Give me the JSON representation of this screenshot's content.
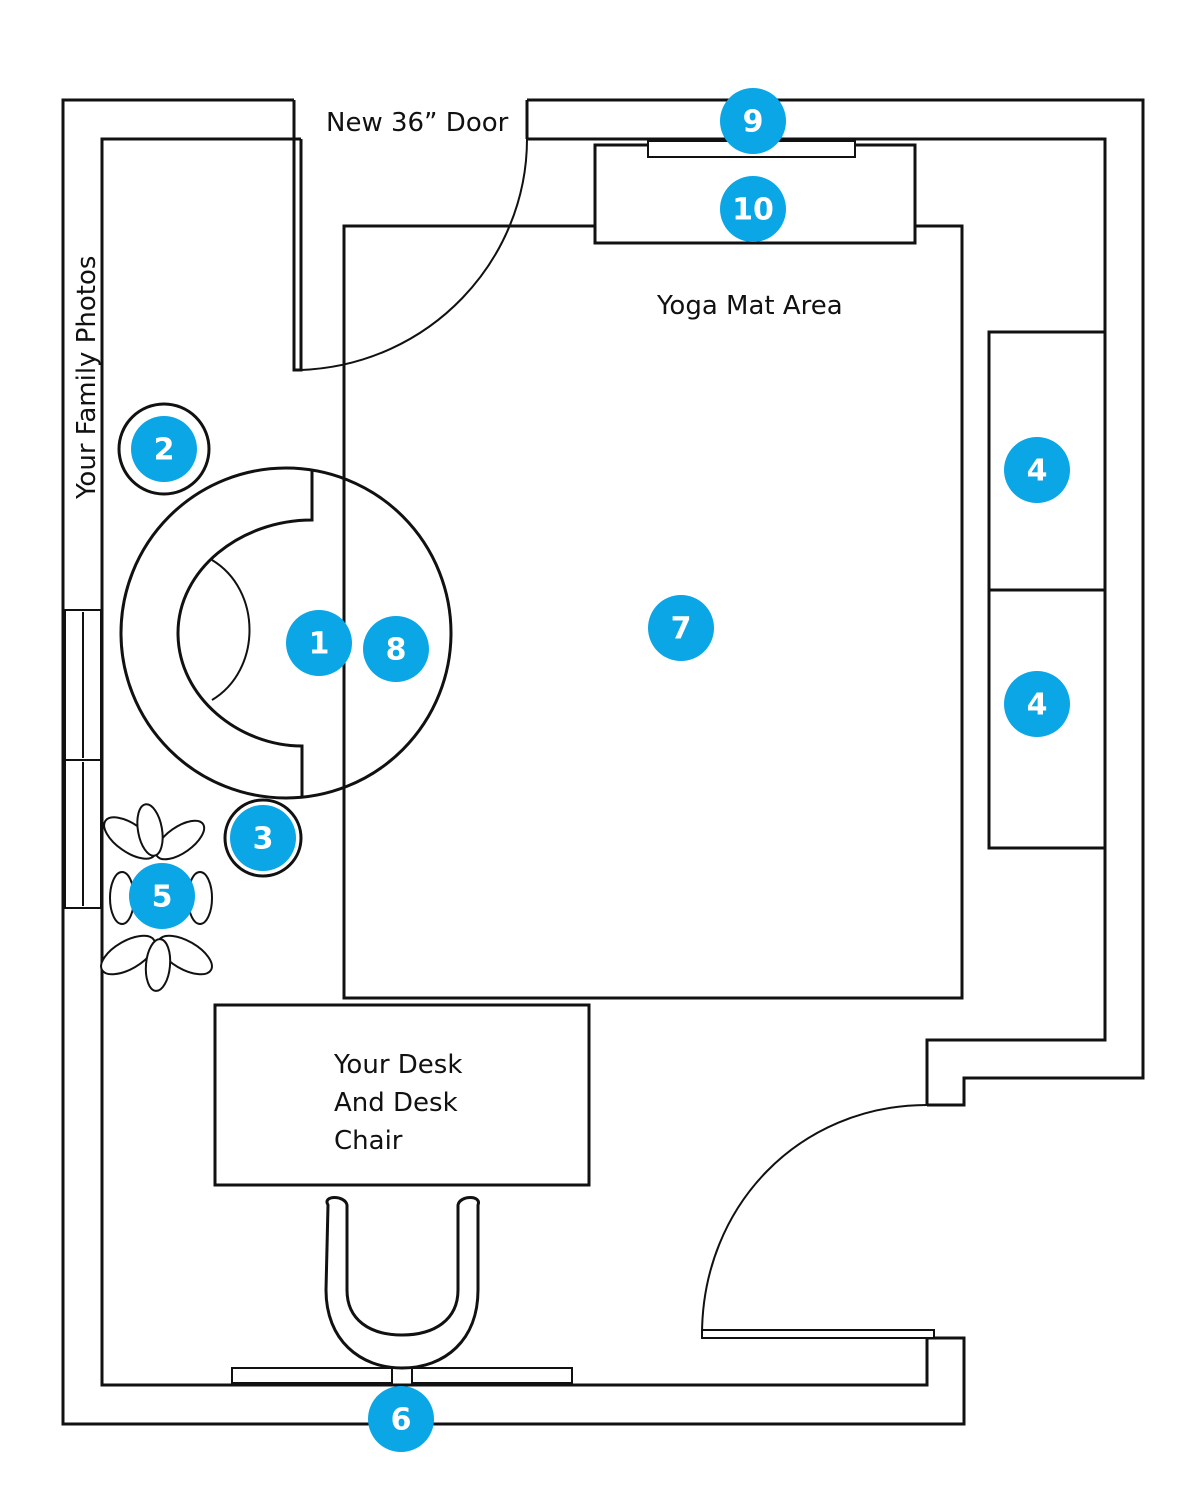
{
  "labels": {
    "door": "New 36” Door",
    "yoga": "Yoga Mat Area",
    "photos": "Your Family Photos",
    "desk_line1": "Your Desk",
    "desk_line2": "And Desk",
    "desk_line3": "Chair"
  },
  "markers": [
    "9",
    "10",
    "2",
    "4",
    "1",
    "8",
    "7",
    "4",
    "3",
    "5",
    "6"
  ],
  "colors": {
    "marker": "#0aa6e6",
    "line": "#111111",
    "background": "#ffffff"
  }
}
